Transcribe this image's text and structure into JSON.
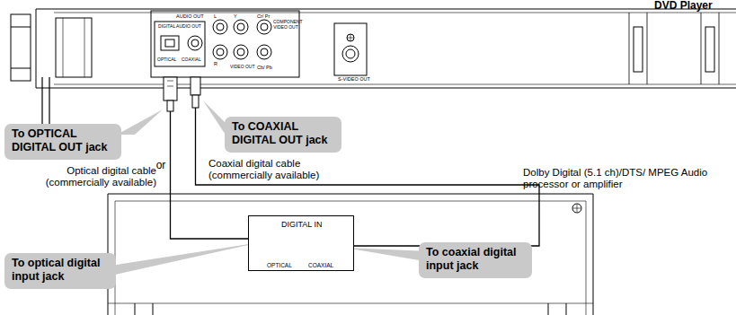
{
  "diagram": {
    "nodes": [
      {
        "text": [
          "To OPTICAL DIGITAL OUT jack"
        ]
      },
      {
        "text": [
          "To COAXIAL DIGITAL OUT jack"
        ]
      },
      {
        "text": [
          "DIGITAL IN",
          "OPTICAL",
          "COAXIAL"
        ]
      },
      {
        "text": [
          "To optical digital input jack"
        ]
      },
      {
        "text": [
          "To coaxial digital input jack"
        ]
      }
    ],
    "labels": [
      "DVD Player",
      "AUDIO OUT",
      "L",
      "Y",
      "Cr/ Pr",
      "COMPONENT VIDEO OUT",
      "DIGITAL AUDIO OUT",
      "OPTICAL",
      "COAXIAL",
      "R",
      "VIDEO OUT",
      "Cb/ Pb",
      "S-VIDEO OUT",
      "or",
      "Optical digital cable (commercially available)",
      "Coaxial digital cable (commercially available)",
      "Dolby Digital (5.1 ch)/DTS/ MPEG Audio processor or amplifier"
    ]
  }
}
